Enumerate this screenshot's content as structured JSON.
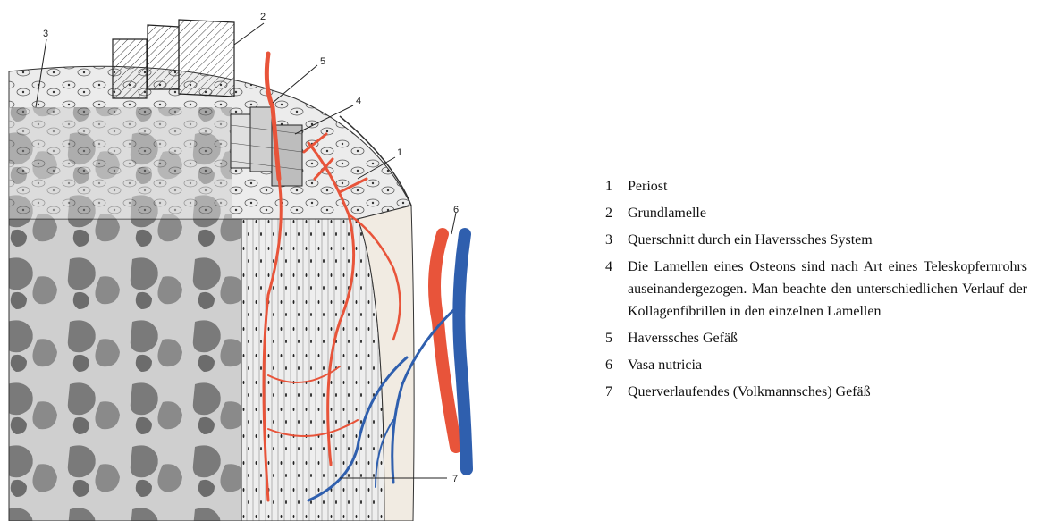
{
  "figure": {
    "callout_numbers": [
      "1",
      "2",
      "3",
      "4",
      "5",
      "6",
      "7"
    ]
  },
  "legend": {
    "items": [
      {
        "num": "1",
        "text": "Periost"
      },
      {
        "num": "2",
        "text": "Grundlamelle"
      },
      {
        "num": "3",
        "text": "Querschnitt durch ein Haverssches System"
      },
      {
        "num": "4",
        "text": "Die Lamellen eines Osteons sind nach Art eines Teleskopfernrohrs auseinandergezogen. Man beachte den unterschiedlichen Verlauf der Kollagenfibrillen in den einzelnen Lamellen"
      },
      {
        "num": "5",
        "text": "Haverssches Gefäß"
      },
      {
        "num": "6",
        "text": "Vasa nutricia"
      },
      {
        "num": "7",
        "text": "Querverlaufendes (Volkmannsches) Gefäß"
      }
    ]
  },
  "colors": {
    "artery": "#e8543a",
    "vein": "#2f5fae",
    "bone_light": "#d9d9d9",
    "bone_dark": "#7d7d7d",
    "line": "#333333"
  }
}
